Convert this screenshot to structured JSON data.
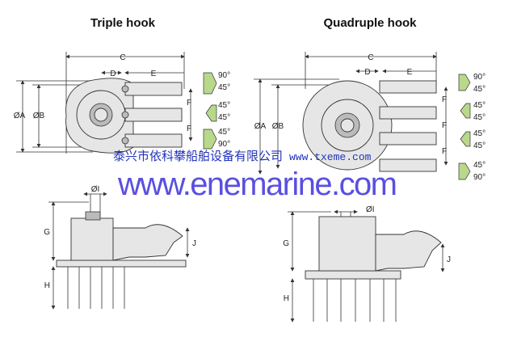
{
  "titles": {
    "left": "Triple hook",
    "right": "Quadruple hook"
  },
  "dimensions": {
    "C": "C",
    "D": "D",
    "E": "E",
    "F": "F",
    "A": "ØA",
    "B": "ØB",
    "G": "G",
    "H": "H",
    "J": "J",
    "I": "ØI"
  },
  "angles": {
    "a90": "90°",
    "a45": "45°"
  },
  "watermark": {
    "company": "泰兴市依科攀船舶设备有限公司",
    "site_small": "www.txeme.com",
    "site_large": "www.enemarine.com"
  },
  "colors": {
    "wedge": "#b8d88a",
    "watermark": "#5a4fe0"
  }
}
